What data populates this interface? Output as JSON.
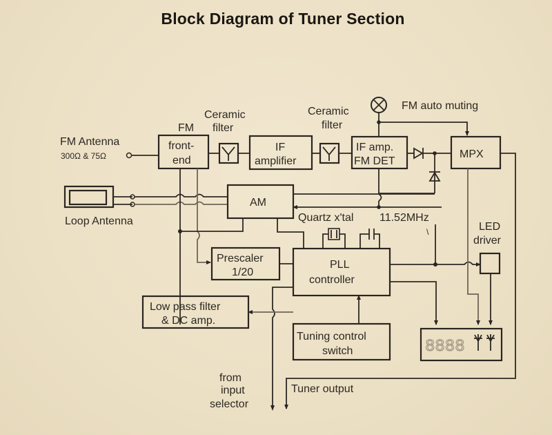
{
  "title": "Block Diagram of Tuner Section",
  "inputs": {
    "fm_antenna": {
      "label": "FM Antenna",
      "impedance": "300Ω & 75Ω"
    },
    "loop_antenna": {
      "label": "Loop Antenna"
    }
  },
  "blocks": {
    "fm_front_end": {
      "caption": "FM",
      "line1": "front-",
      "line2": "end"
    },
    "ceramic_filter_1": {
      "caption_line1": "Ceramic",
      "caption_line2": "filter",
      "symbol": "Y"
    },
    "if_amplifier": {
      "line1": "IF",
      "line2": "amplifier"
    },
    "ceramic_filter_2": {
      "caption_line1": "Ceramic",
      "caption_line2": "filter",
      "symbol": "Y"
    },
    "if_amp_fm_det": {
      "line1": "IF amp.",
      "line2": "FM DET"
    },
    "mpx": {
      "label": "MPX"
    },
    "am": {
      "label": "AM"
    },
    "prescaler": {
      "line1": "Prescaler",
      "line2": "1/20"
    },
    "pll_controller": {
      "line1": "PLL",
      "line2": "controller"
    },
    "low_pass_filter": {
      "line1": "Low pass filter",
      "line2": "& DC amp."
    },
    "tuning_control": {
      "line1": "Tuning control",
      "line2": "switch"
    },
    "led_driver": {
      "caption_line1": "LED",
      "caption_line2": "driver"
    },
    "display": {
      "digits": "8888"
    }
  },
  "annotations": {
    "fm_auto_muting": "FM auto muting",
    "quartz": "Quartz x'tal",
    "frequency": "11.52MHz",
    "from_input_line1": "from",
    "from_input_line2": "input",
    "from_input_line3": "selector",
    "tuner_output": "Tuner output"
  }
}
